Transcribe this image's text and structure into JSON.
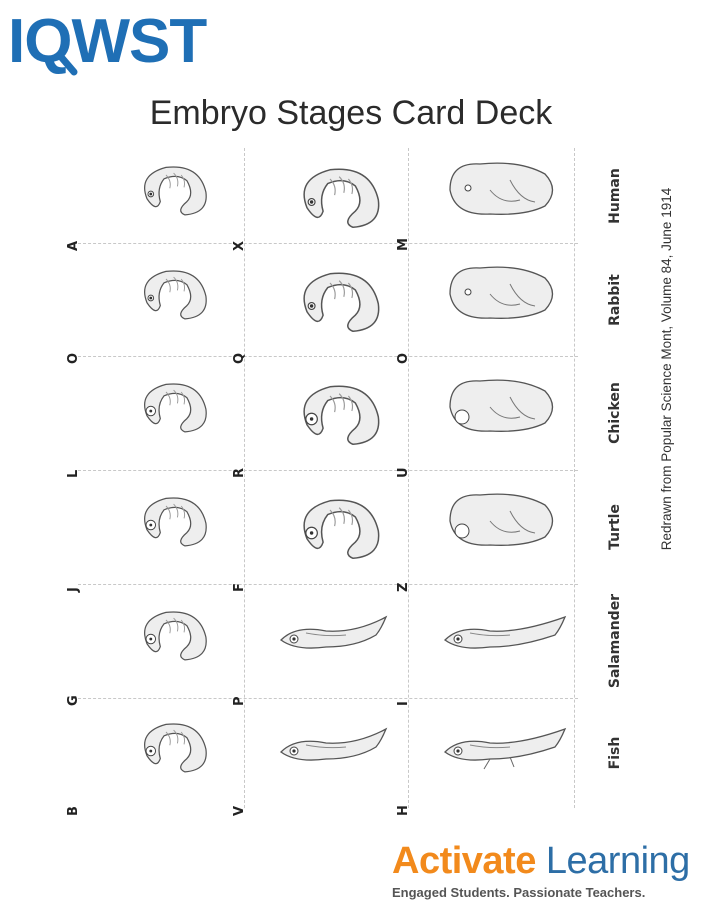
{
  "logo_text": "IQWST",
  "title": "Embryo Stages Card Deck",
  "rows": [
    {
      "animal": "Human",
      "cards": [
        "A",
        "X",
        "M"
      ]
    },
    {
      "animal": "Rabbit",
      "cards": [
        "O",
        "Q",
        "O"
      ]
    },
    {
      "animal": "Chicken",
      "cards": [
        "L",
        "R",
        "U"
      ]
    },
    {
      "animal": "Turtle",
      "cards": [
        "J",
        "F",
        "Z"
      ]
    },
    {
      "animal": "Salamander",
      "cards": [
        "G",
        "P",
        "I"
      ]
    },
    {
      "animal": "Fish",
      "cards": [
        "B",
        "V",
        "H"
      ]
    }
  ],
  "citation": "Redrawn from Popular Science Mont, Volume 84, June 1914",
  "footer": {
    "brand_activate": "Activate",
    "brand_learning": "Learning",
    "tagline": "Engaged Students. Passionate Teachers."
  },
  "colors": {
    "logo_blue": "#1f6fb5",
    "brand_orange": "#f28a1c",
    "brand_blue": "#2d6ea6"
  }
}
